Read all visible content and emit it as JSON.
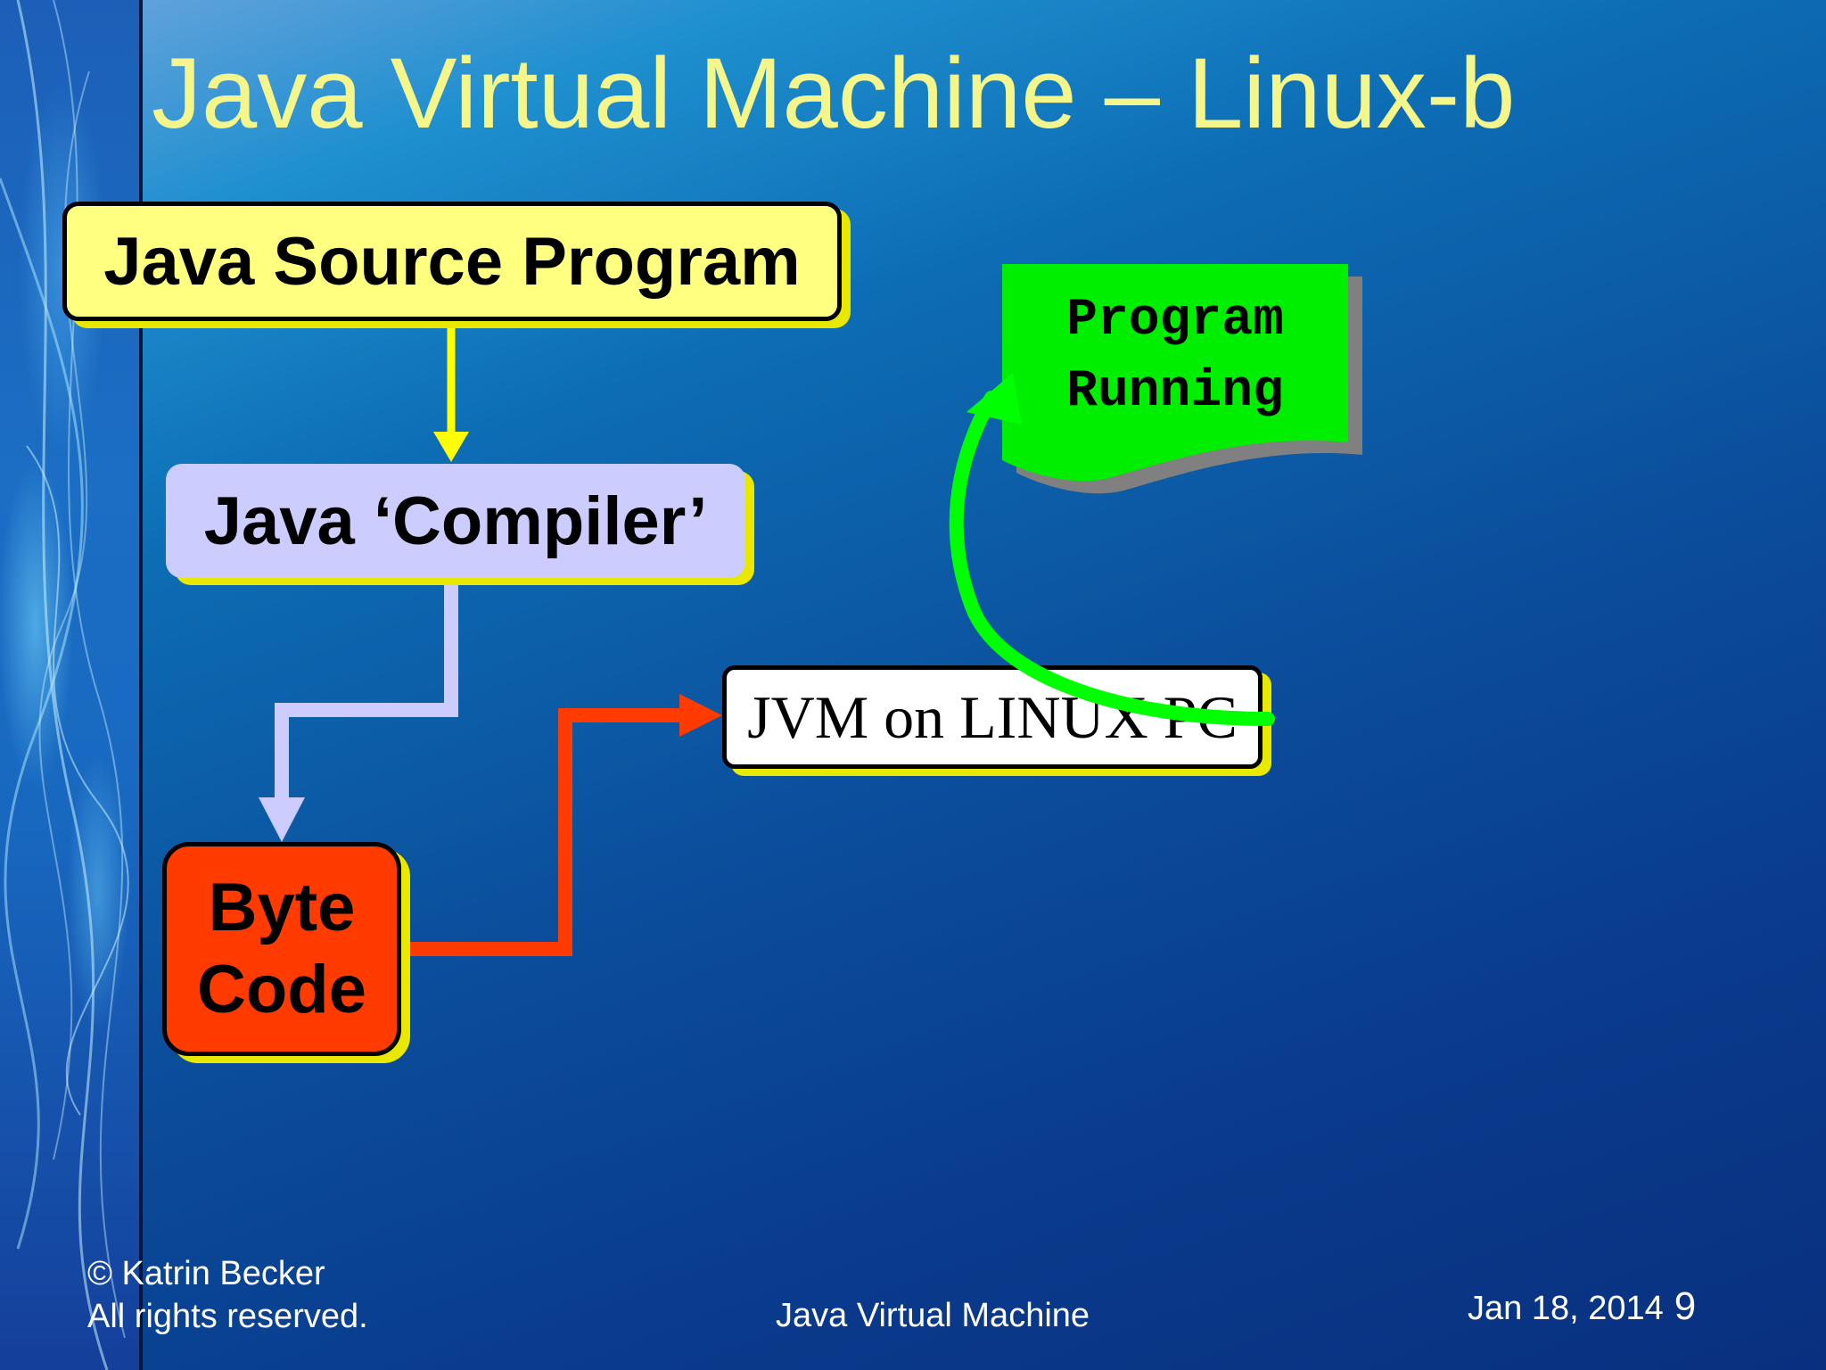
{
  "title": "Java Virtual Machine – Linux-b",
  "diagram": {
    "source": "Java Source Program",
    "compiler": "Java ‘Compiler’",
    "bytecode_line1": "Byte",
    "bytecode_line2": "Code",
    "jvm": "JVM on LINUX PC",
    "running_line1": "Program",
    "running_line2": "Running"
  },
  "colors": {
    "title": "#f4f58a",
    "source_box": "#ffff80",
    "compiler_box": "#ccccff",
    "bytecode_box": "#ff3b00",
    "running_box": "#00ee00",
    "arrow_yellow": "#ffff00",
    "arrow_lavender": "#ccccff",
    "arrow_red": "#ff3b00",
    "arrow_green": "#00ff00"
  },
  "footer": {
    "copyright": "© Katrin Becker",
    "rights": "All rights reserved.",
    "center": "Java Virtual Machine",
    "date": "Jan 18, 2014",
    "page": "9"
  }
}
